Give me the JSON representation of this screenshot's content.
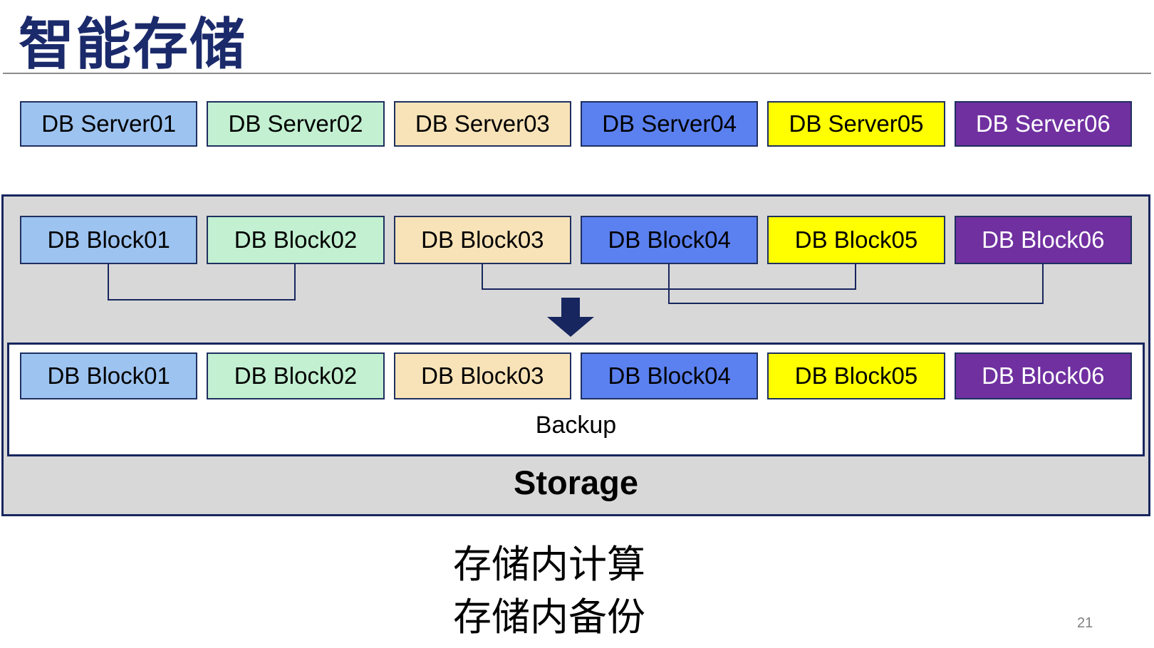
{
  "page": {
    "title": "智能存储",
    "page_number": "21"
  },
  "palette": {
    "c1": "#9DC3F0",
    "c2": "#C2F0D1",
    "c3": "#F8E3B8",
    "c4": "#5B81F0",
    "c5": "#FFFF00",
    "c6": "#7030A0",
    "navy": "#17265E",
    "container_gray": "#D8D8D8",
    "divider_gray": "#8C8C8C",
    "page_number_gray": "#808080"
  },
  "servers": [
    "DB Server01",
    "DB Server02",
    "DB Server03",
    "DB Server04",
    "DB Server05",
    "DB Server06"
  ],
  "storage": {
    "label": "Storage",
    "blocks_top": [
      "DB Block01",
      "DB Block02",
      "DB Block03",
      "DB Block04",
      "DB Block05",
      "DB Block06"
    ],
    "backup": {
      "label": "Backup",
      "blocks": [
        "DB Block01",
        "DB Block02",
        "DB Block03",
        "DB Block04",
        "DB Block05",
        "DB Block06"
      ]
    }
  },
  "caption": {
    "line1": "存储内计算",
    "line2": "存储内备份"
  }
}
